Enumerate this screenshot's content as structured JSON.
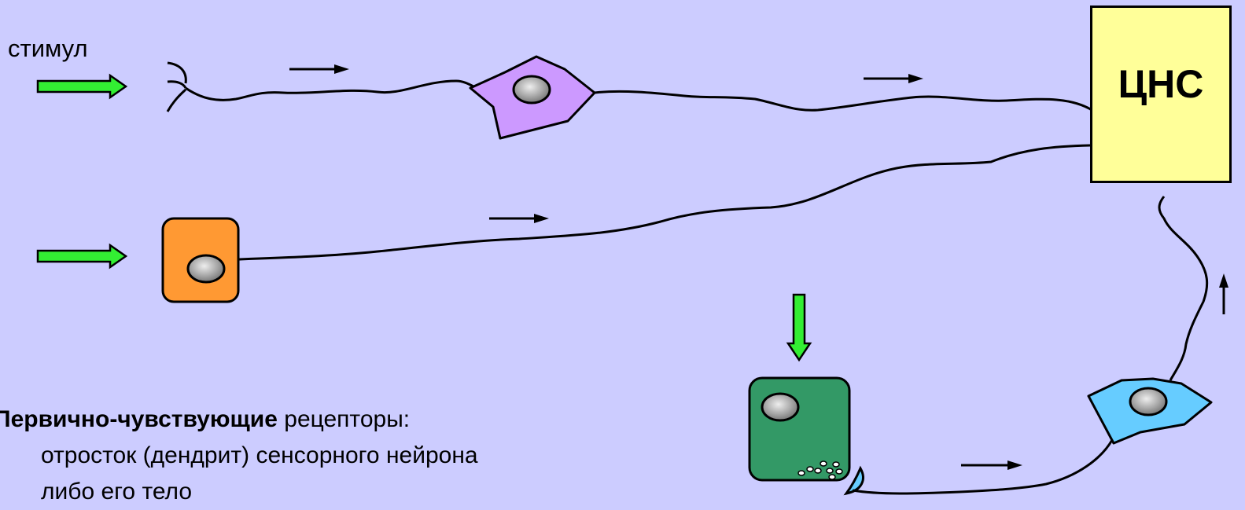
{
  "stimulus_label": "стимул",
  "cns_label": "ЦНС",
  "caption": {
    "bold": "Первично-чувствующие",
    "rest": " рецепторы:",
    "line2": "отросток (дендрит) сенсорного нейрона",
    "line3": "либо его тело"
  },
  "colors": {
    "background": "#ccccff",
    "stimulus_arrow": "#33ee33",
    "cns_box": "#ffff99",
    "primary_neuron": "#cc99ff",
    "primary_receptor_cell": "#ff9933",
    "secondary_receptor_cell": "#339966",
    "sensory_neuron": "#66ccff",
    "synapse": "#66ccff",
    "nucleus": "#bbbbbb"
  }
}
